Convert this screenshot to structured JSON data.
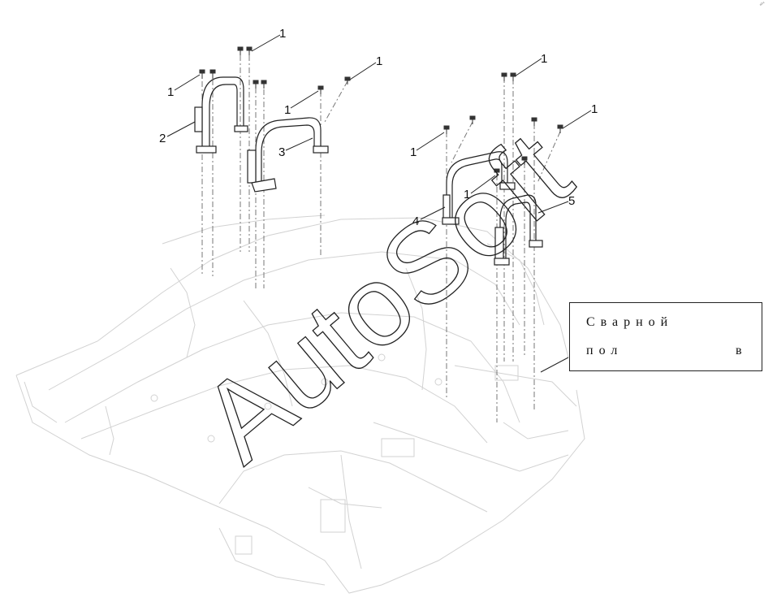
{
  "corner_mark": "ᵃᵇᶜ",
  "watermark": "AutoSoft",
  "legend": {
    "line1": "Сварной",
    "line2_left": "пол",
    "line2_right": "в"
  },
  "callouts": [
    {
      "label": "1"
    },
    {
      "label": "1"
    },
    {
      "label": "1"
    },
    {
      "label": "1"
    },
    {
      "label": "1"
    },
    {
      "label": "1"
    },
    {
      "label": "1"
    },
    {
      "label": "1"
    },
    {
      "label": "2"
    },
    {
      "label": "3"
    },
    {
      "label": "4"
    },
    {
      "label": "5"
    }
  ]
}
